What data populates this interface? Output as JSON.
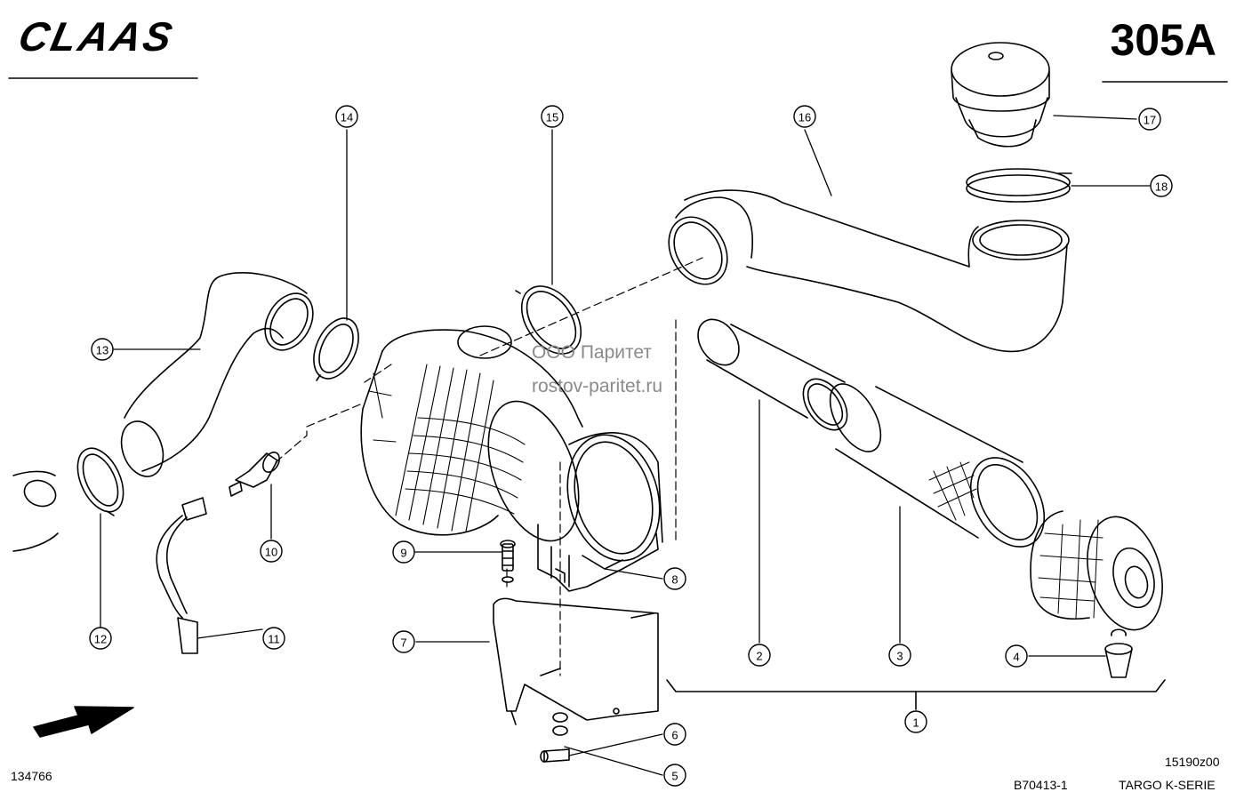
{
  "header": {
    "brand": "CLAAS",
    "page_code": "305A"
  },
  "watermark": {
    "line1": "ООО Паритет",
    "line2": "rostov-paritet.ru"
  },
  "footer": {
    "left_code": "134766",
    "drawing_number": "B70413-1",
    "revision_code": "15190z00",
    "series": "TARGO K-SERIE"
  },
  "callouts": [
    "1",
    "2",
    "3",
    "4",
    "5",
    "6",
    "7",
    "8",
    "9",
    "10",
    "11",
    "12",
    "13",
    "14",
    "15",
    "16",
    "17",
    "18"
  ]
}
